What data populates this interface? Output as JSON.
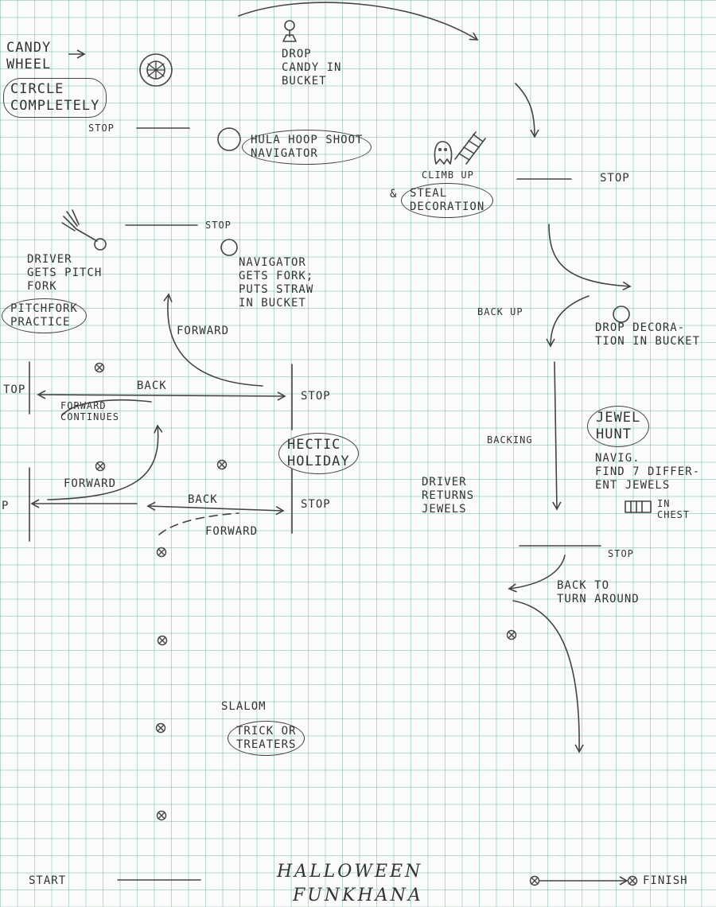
{
  "title": {
    "line1": "HALLOWEEN",
    "line2": "FUNKHANA"
  },
  "stations": {
    "candy_wheel": {
      "name": "CANDY\nWHEEL",
      "task": "CIRCLE\nCOMPLETELY"
    },
    "drop_candy": "DROP\nCANDY IN\nBUCKET",
    "hula_hoop": "HULA HOOP SHOOT\nNAVIGATOR",
    "pitchfork_practice": "PITCHFORK\nPRACTICE",
    "driver_gets_fork": "DRIVER\nGETS PITCH\nFORK",
    "navigator_fork": "NAVIGATOR\nGETS FORK;\nPUTS STRAW\nIN BUCKET",
    "climb_up": "CLIMB UP",
    "steal_decoration": "STEAL\nDECORATION",
    "ampersand": "&",
    "drop_decoration": "DROP DECORA-\nTION IN BUCKET",
    "jewel_hunt": "JEWEL\nHUNT",
    "jewel_task": "NAVIG.\nFIND 7 DIFFER-\nENT JEWELS",
    "in_chest": "IN\nCHEST",
    "driver_returns": "DRIVER\nRETURNS\nJEWELS",
    "hectic_holiday": "HECTIC\nHOLIDAY",
    "slalom": "SLALOM",
    "trick_or_treaters": "TRICK OR\nTREATERS"
  },
  "directions": {
    "stop": "STOP",
    "stop_partial_left": "TOP",
    "stop_partial_left_2": "P",
    "forward": "FORWARD",
    "back": "BACK",
    "back_up": "BACK UP",
    "backing": "BACKING",
    "forward_continues": "FORWARD\nCONTINUES",
    "back_to_turn": "BACK TO\nTURN AROUND",
    "start": "START",
    "finish": "FINISH"
  }
}
